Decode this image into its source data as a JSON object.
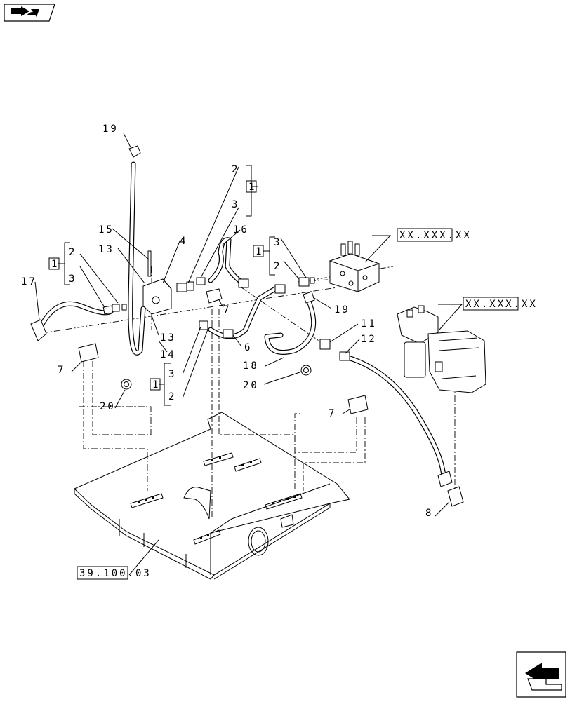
{
  "nav": {
    "top_left_icon": "book-arrow-icon",
    "bottom_right_icon": "next-page-arrow-icon"
  },
  "callouts": {
    "c1_upper": "1",
    "c1_left": "1",
    "c1_right": "1",
    "c1_bottom": "1",
    "c2_top": "2",
    "c2_left": "2",
    "c2_right": "2",
    "c2_bottom": "2",
    "c3_top": "3",
    "c3_left": "3",
    "c3_right": "3",
    "c3_bottom": "3",
    "c4": "4",
    "c6": "6",
    "c7_left": "7",
    "c7_center": "7",
    "c7_right": "7",
    "c8": "8",
    "c11": "11",
    "c12": "12",
    "c13_top": "13",
    "c13_bottom": "13",
    "c14": "14",
    "c15": "15",
    "c16": "16",
    "c17": "17",
    "c18": "18",
    "c19_top": "19",
    "c19_right": "19",
    "c20_left": "20",
    "c20_right": "20"
  },
  "references": {
    "valve_ref": "XX.XXX.XX",
    "filter_ref": "XX.XXX.XX",
    "frame_ref": "39.100.03"
  }
}
